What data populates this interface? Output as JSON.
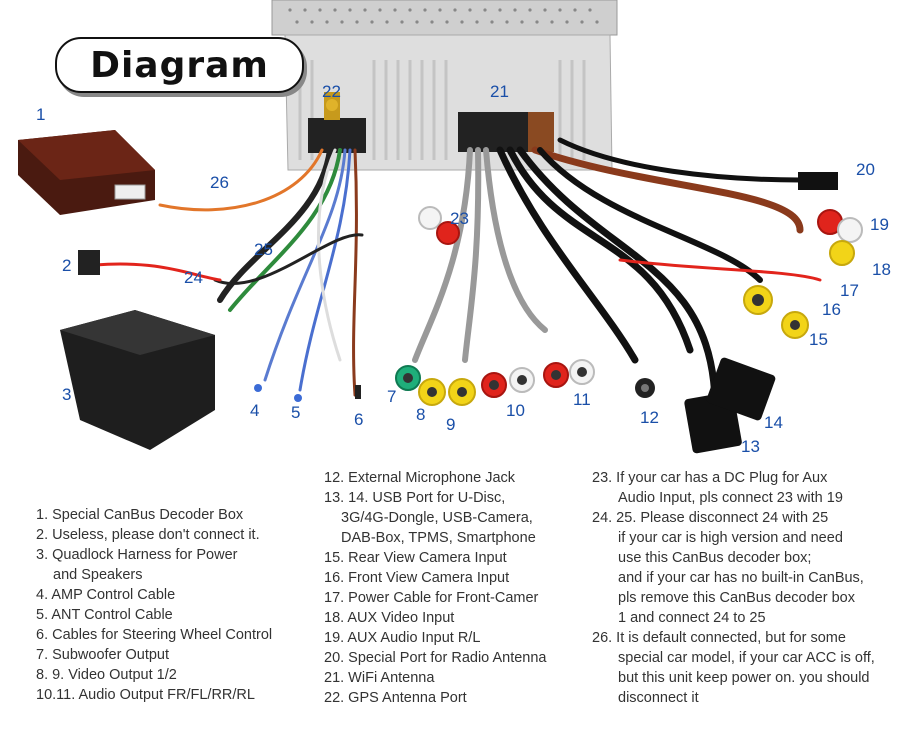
{
  "title": "Diagram",
  "callouts": {
    "n1": "1",
    "n2": "2",
    "n3": "3",
    "n4": "4",
    "n5": "5",
    "n6": "6",
    "n7": "7",
    "n8": "8",
    "n9": "9",
    "n10": "10",
    "n11": "11",
    "n12": "12",
    "n13": "13",
    "n14": "14",
    "n15": "15",
    "n16": "16",
    "n17": "17",
    "n18": "18",
    "n19": "19",
    "n20": "20",
    "n21": "21",
    "n22": "22",
    "n23": "23",
    "n24": "24",
    "n25": "25",
    "n26": "26"
  },
  "legend": {
    "col1": [
      "1. Special CanBus Decoder Box",
      "2. Useless, please don't connect it.",
      "3. Quadlock Harness for Power",
      "and Speakers",
      "4. AMP Control Cable",
      "5. ANT Control Cable",
      "6. Cables for Steering Wheel Control",
      "7. Subwoofer Output",
      "8. 9. Video Output 1/2",
      "10.11. Audio Output FR/FL/RR/RL"
    ],
    "col2": [
      "12. External Microphone Jack",
      "13. 14. USB Port for U-Disc,",
      "3G/4G-Dongle, USB-Camera,",
      "DAB-Box, TPMS, Smartphone",
      "15. Rear View Camera Input",
      "16. Front View Camera Input",
      "17. Power Cable for Front-Camer",
      "18. AUX Video Input",
      "19. AUX Audio Input R/L",
      "20. Special Port for Radio Antenna",
      "21. WiFi Antenna",
      "22. GPS Antenna Port"
    ],
    "col3": [
      "23. If your car has a DC Plug for Aux",
      "Audio Input, pls connect 23 with 19",
      "24. 25. Please disconnect 24 with 25",
      "if your car is high version and need",
      "use this CanBus decoder box;",
      "and if your car has no built-in CanBus,",
      "pls remove this CanBus decoder box",
      "1 and connect 24 to 25",
      "26. It is default connected, but for some",
      "special car model, if your car ACC is off,",
      "but this unit keep power on. you should",
      "disconnect it"
    ]
  },
  "colors": {
    "callout": "#1a4fa8",
    "text": "#333333",
    "unit_body": "#d9d9d9",
    "decoder": "#5a1e12",
    "rca_red": "#e0241c",
    "rca_yellow": "#f2d418",
    "rca_white": "#f4f4f4",
    "rca_green": "#1fae7a",
    "wire_brown": "#8a3a1c"
  }
}
